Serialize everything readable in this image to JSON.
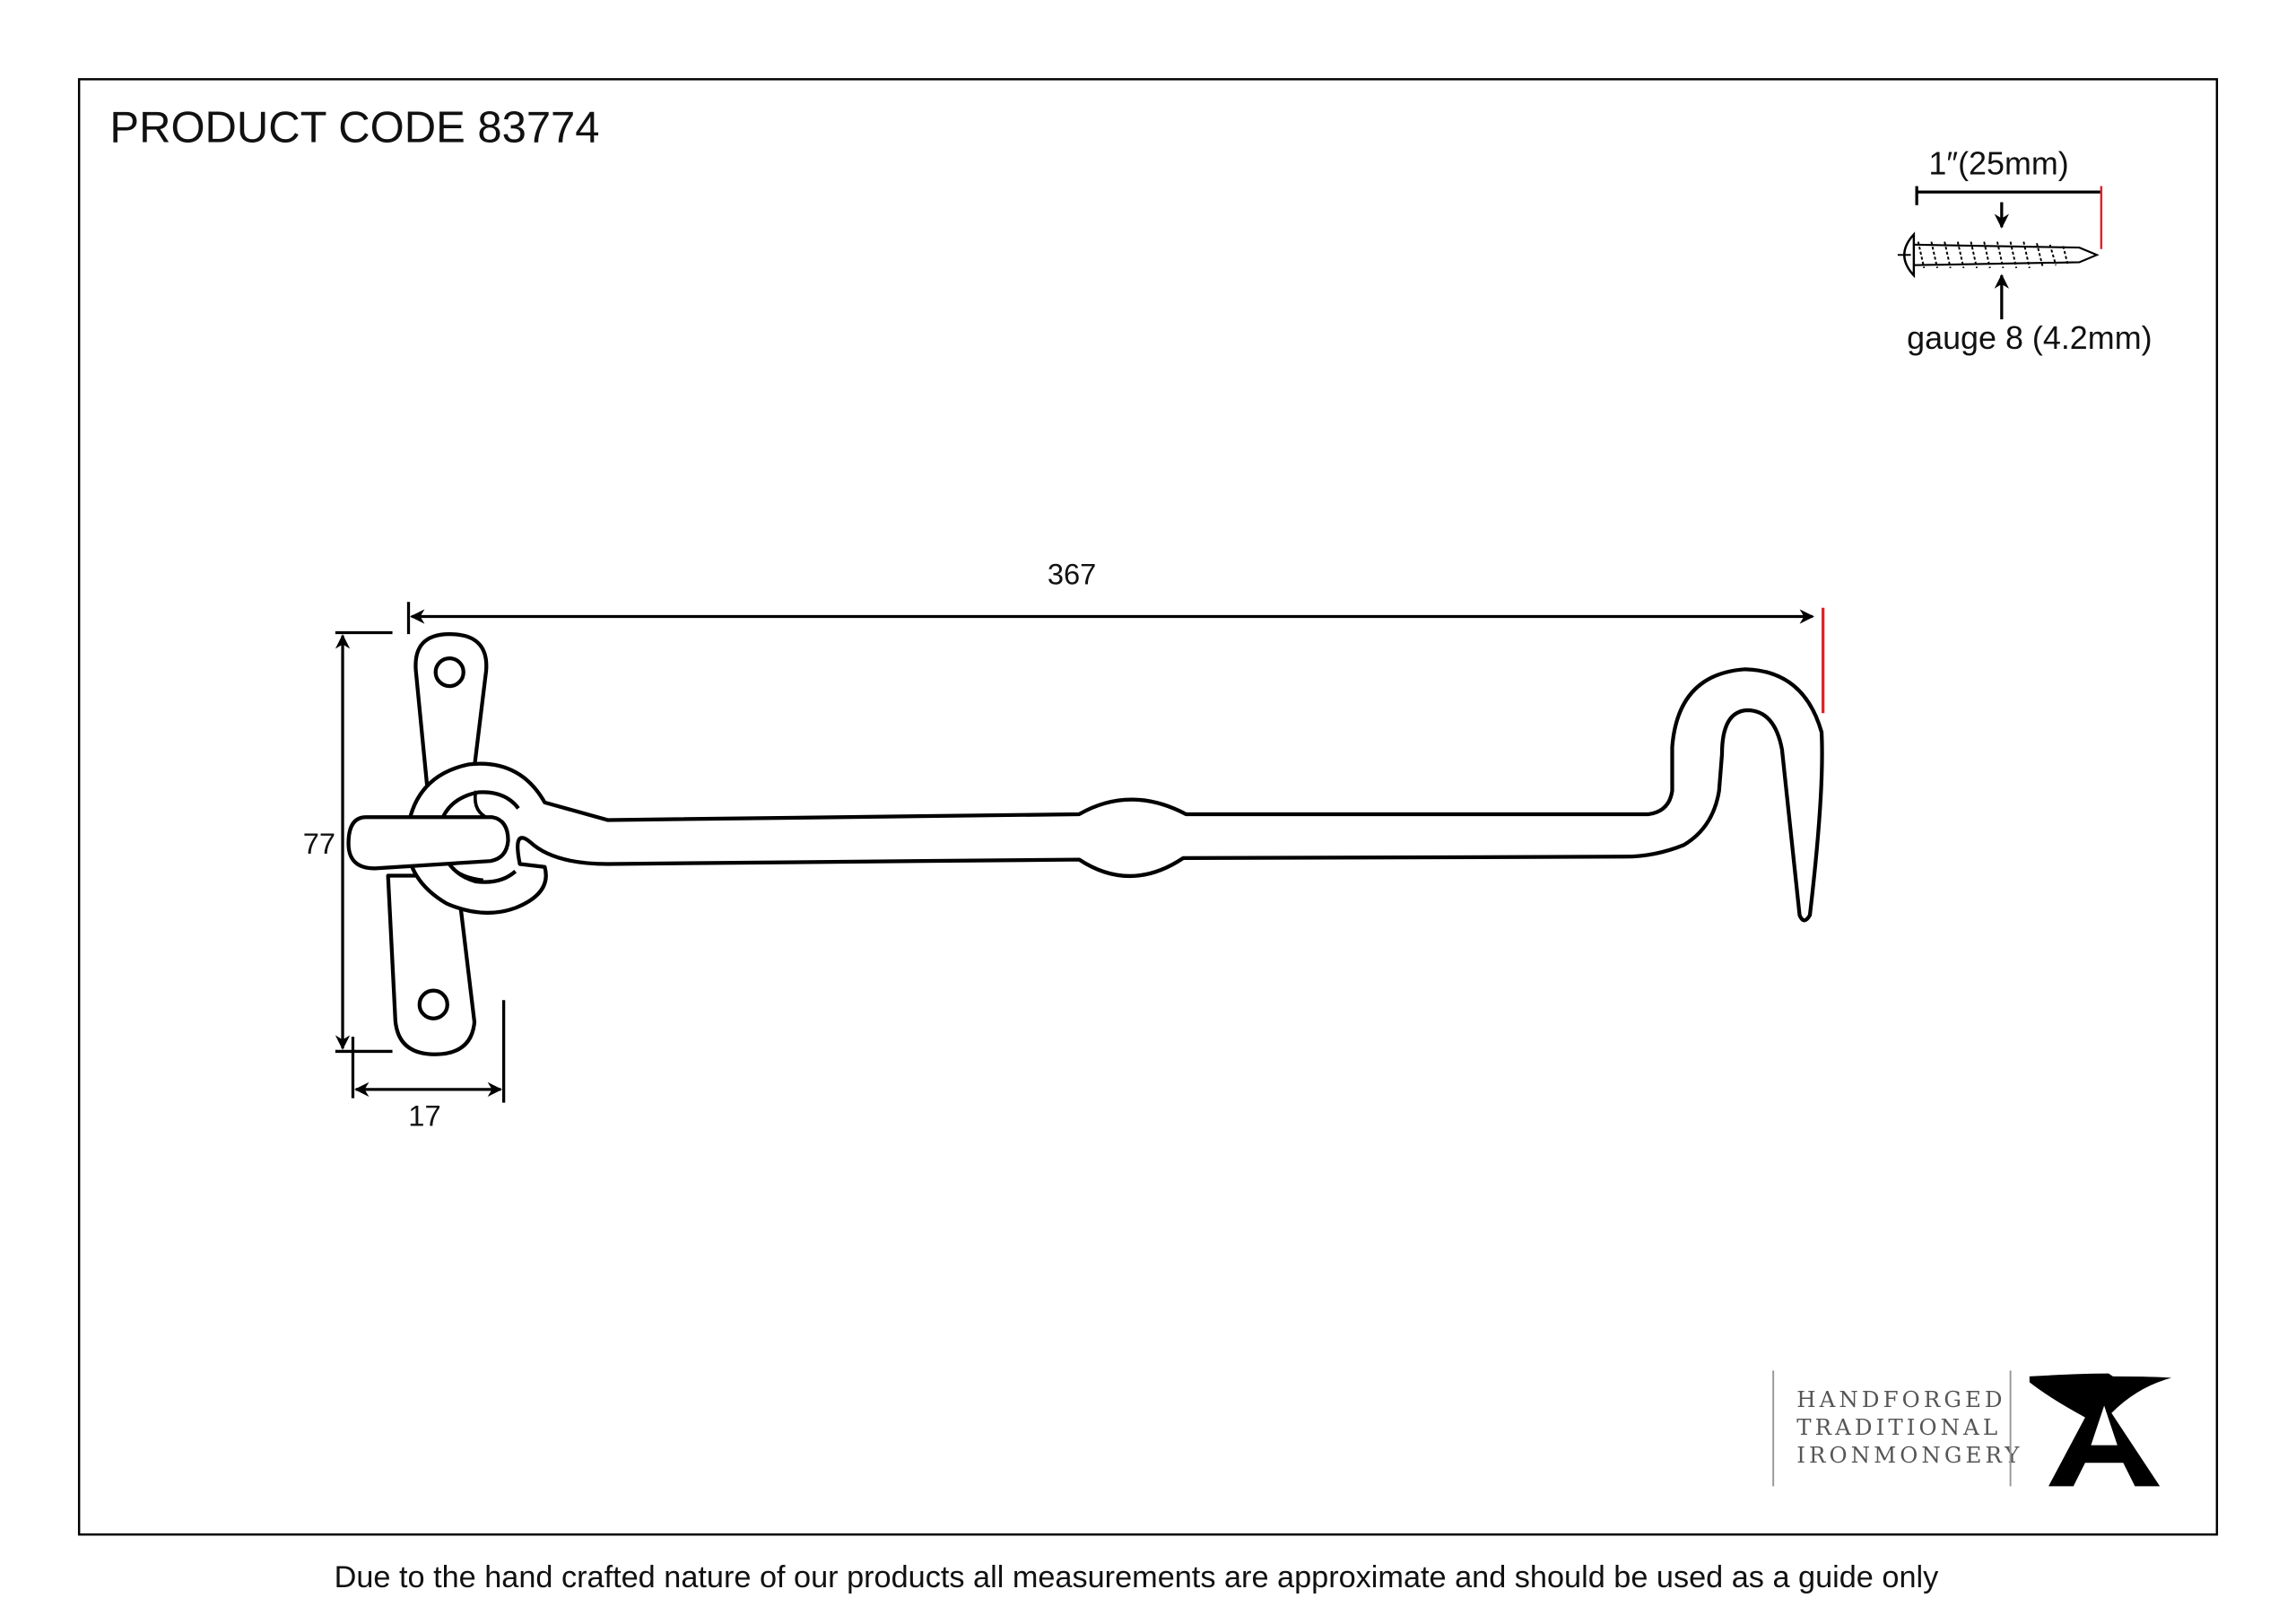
{
  "header": {
    "product_code": "PRODUCT CODE 83774"
  },
  "dimensions": {
    "length": "367",
    "height": "77",
    "depth": "17"
  },
  "screw": {
    "length_label": "1″(25mm)",
    "gauge_label": "gauge 8 (4.2mm)"
  },
  "logo": {
    "line1": "HANDFORGED",
    "line2": "TRADITIONAL",
    "line3": "IRONMONGERY"
  },
  "footer": {
    "disclaimer": "Due to the hand crafted nature of our products all measurements are approximate and should be used as a guide only"
  },
  "colors": {
    "frame": "#000000",
    "highlight": "#e0202a",
    "logo_text": "#555555"
  }
}
